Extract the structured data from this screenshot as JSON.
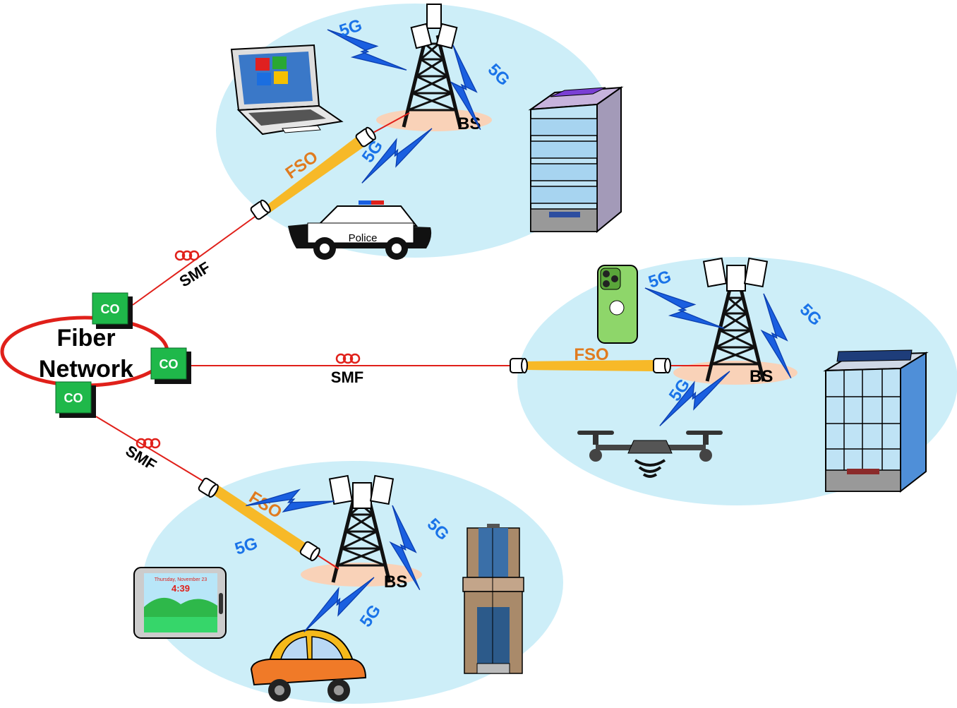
{
  "fiber_network": {
    "line1": "Fiber",
    "line2": "Network"
  },
  "central_office": {
    "label": "CO"
  },
  "links": {
    "smf": "SMF",
    "fso": "FSO",
    "wireless": "5G",
    "base_station": "BS"
  },
  "devices": {
    "police_car": "Police",
    "tablet_date": "Thursday, November 23",
    "tablet_time": "4:39"
  }
}
